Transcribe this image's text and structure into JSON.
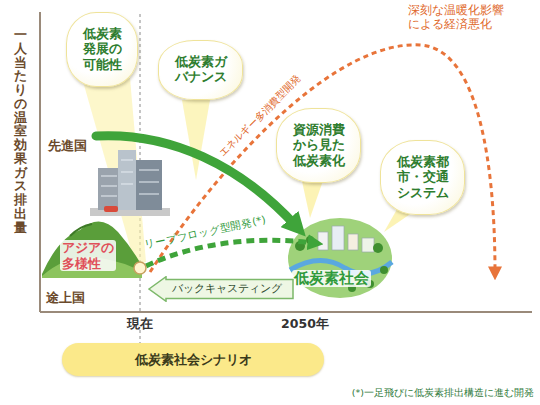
{
  "diagram": {
    "nodes": [
      {
        "text": [
          "低炭素発展の可能性"
        ]
      },
      {
        "text": [
          "低炭素ガバナンス"
        ]
      },
      {
        "text": [
          "資源消費から見た低炭素化"
        ]
      },
      {
        "text": [
          "低炭素都市・交通システム"
        ]
      },
      {
        "text": [
          "バックキャスティング"
        ]
      },
      {
        "text": [
          "低炭素社会シナリオ"
        ]
      }
    ],
    "labels": [
      "一人当たりの温室効果ガス排出量",
      "先進国",
      "途上国",
      "現在",
      "2050年",
      "アジアの多様性",
      "エネルギー多消費型開発",
      "深刻な温暖化影響による経済悪化",
      "リープフロッグ型開発(*)",
      "低炭素社会",
      "(*)一足飛びに低炭素排出構造に進む開発"
    ]
  }
}
